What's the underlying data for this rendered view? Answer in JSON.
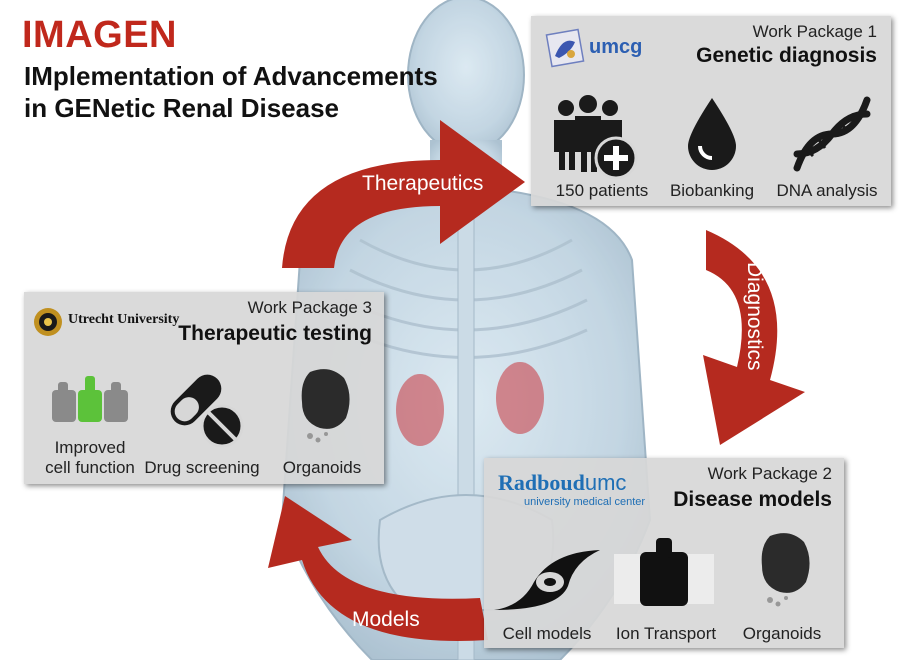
{
  "header": {
    "title": "IMAGEN",
    "subtitle_line1": "IMplementation of Advancements",
    "subtitle_line2": "in GENetic Renal Disease"
  },
  "arrows": {
    "therapeutics": "Therapeutics",
    "diagnostics": "Diagnostics",
    "models": "Models",
    "color": "#b52a1f"
  },
  "wp1": {
    "label": "Work Package 1",
    "title": "Genetic diagnosis",
    "logo_text": "umcg",
    "items": [
      {
        "caption": "150 patients",
        "icon": "patients-plus-icon"
      },
      {
        "caption": "Biobanking",
        "icon": "blood-drop-icon"
      },
      {
        "caption": "DNA analysis",
        "icon": "dna-icon"
      }
    ]
  },
  "wp2": {
    "label": "Work Package 2",
    "title": "Disease models",
    "logo_main_a": "Radboud",
    "logo_main_b": "umc",
    "logo_sub": "university medical center",
    "items": [
      {
        "caption": "Cell models",
        "icon": "cell-icon"
      },
      {
        "caption": "Ion Transport",
        "icon": "ion-transport-icon"
      },
      {
        "caption": "Organoids",
        "icon": "organoid-icon"
      }
    ]
  },
  "wp3": {
    "label": "Work Package 3",
    "title": "Therapeutic testing",
    "logo_text": "Utrecht University",
    "items": [
      {
        "caption_line1": "Improved",
        "caption_line2": "cell function",
        "icon": "cell-function-icon"
      },
      {
        "caption": "Drug screening",
        "icon": "pills-icon"
      },
      {
        "caption": "Organoids",
        "icon": "organoid-icon"
      }
    ]
  },
  "colors": {
    "title_red": "#c0281c",
    "arrow_red": "#b52a1f",
    "panel_gray": "#d7d7d7",
    "kidney_red": "#c8343c",
    "wp3_green": "#5cc23a",
    "radboud_blue": "#1f6fb5"
  }
}
